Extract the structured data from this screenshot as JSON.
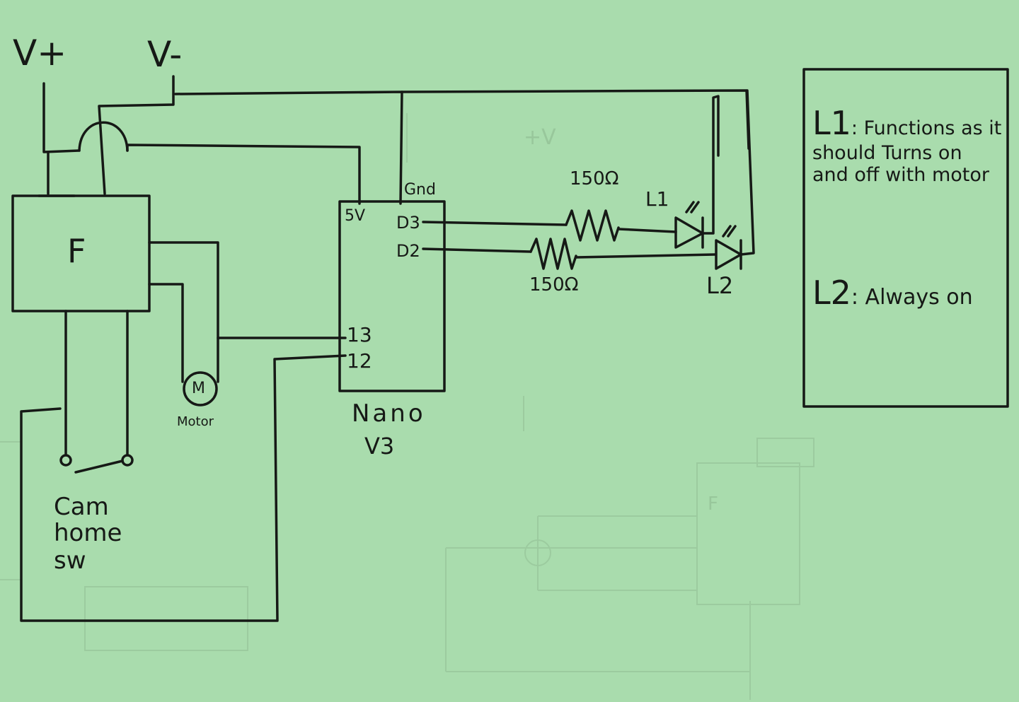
{
  "rails": {
    "v_plus": "V+",
    "v_minus": "V-"
  },
  "f_board": {
    "label": "F"
  },
  "motor": {
    "symbol": "M",
    "label": "Motor"
  },
  "cam_switch": {
    "line1": "Cam",
    "line2": "home",
    "line3": "sw"
  },
  "nano": {
    "pin_gnd": "Gnd",
    "pin_5v": "5V",
    "pin_d3": "D3",
    "pin_d2": "D2",
    "pin_13": "13",
    "pin_12": "12",
    "name_line1": "Nano",
    "name_line2": "V3"
  },
  "resistors": {
    "r_top": "150Ω",
    "r_bottom": "150Ω"
  },
  "leds": {
    "l1": "L1",
    "l2": "L2"
  },
  "notes": {
    "l1_key": "L1",
    "l1_text": ": Functions as it should Turns on and off with motor",
    "l2_key": "L2",
    "l2_text": ": Always on"
  },
  "colors": {
    "paper": "#a9dcad",
    "ink": "#161916",
    "faint_ink": "#98c79b"
  }
}
